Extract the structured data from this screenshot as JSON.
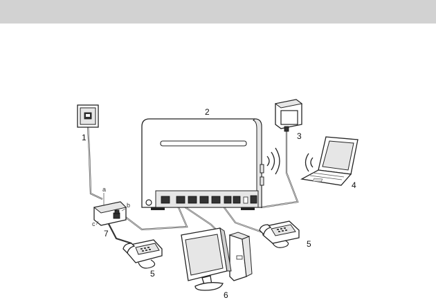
{
  "header": {
    "title": ""
  },
  "callouts": {
    "phone_jack": "1",
    "router": "2",
    "power_adapter": "3",
    "laptop": "4",
    "telephone_left": "5",
    "telephone_right": "5",
    "computer": "6",
    "splitter": "7"
  },
  "splitter_ports": {
    "a": "a",
    "b": "b",
    "c": "c"
  }
}
